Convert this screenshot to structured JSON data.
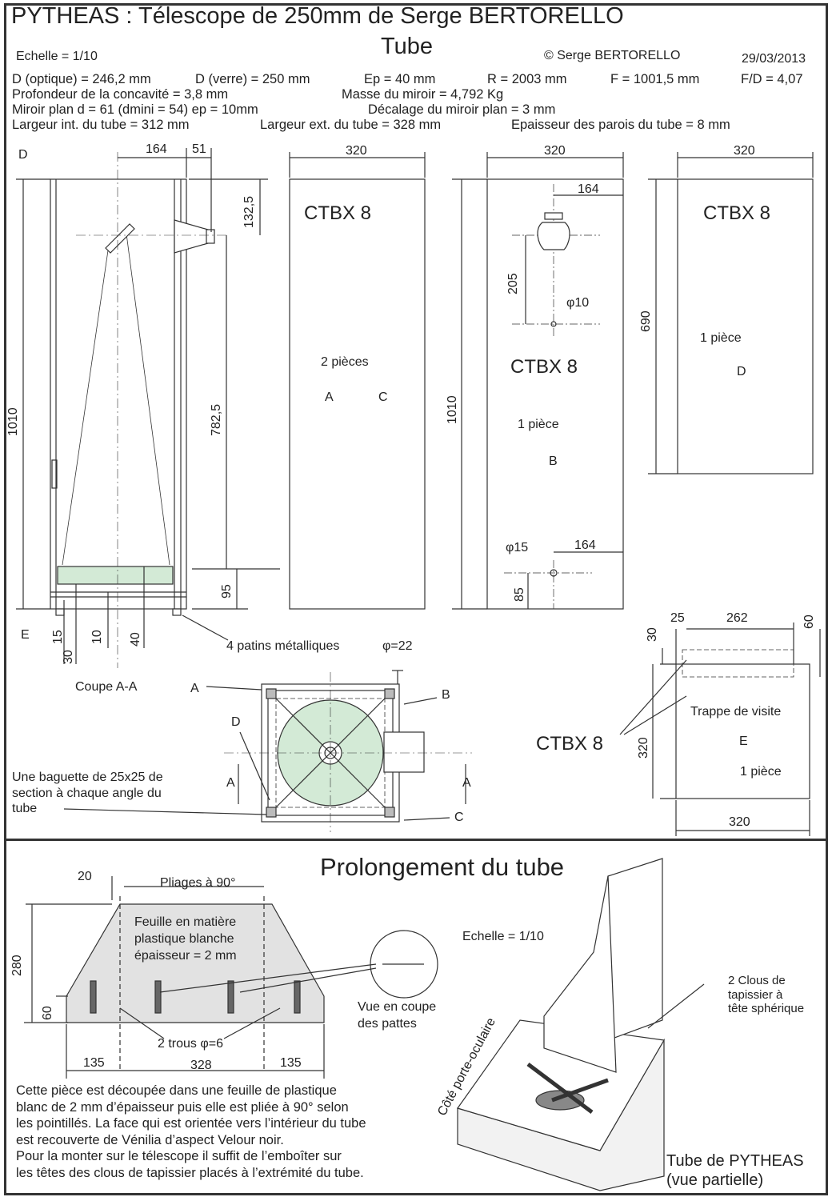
{
  "header": {
    "title": "PYTHEAS : Télescope de 250mm de Serge BERTORELLO",
    "subtitle": "Tube",
    "scale": "Echelle = 1/10",
    "copyright": "© Serge BERTORELLO",
    "date": "29/03/2013"
  },
  "specs": {
    "row1": [
      "D (optique) = 246,2 mm",
      "D (verre) = 250 mm",
      "Ep = 40 mm",
      "R = 2003 mm",
      "F = 1001,5 mm",
      "F/D = 4,07"
    ],
    "row2": [
      "Profondeur de la concavité = 3,8 mm",
      "Masse du miroir = 4,792 Kg"
    ],
    "row3": [
      "Miroir plan d = 61 (dmini = 54)  ep = 10mm",
      "Décalage du miroir plan = 3 mm"
    ],
    "row4": [
      "Largeur int. du tube = 312 mm",
      "Largeur ext. du tube = 328 mm",
      "Epaisseur des parois du tube = 8 mm"
    ]
  },
  "section": {
    "dims": {
      "d164": "164",
      "d51": "51",
      "d1325": "132,5",
      "d1010": "1010",
      "d7825": "782,5",
      "d95": "95",
      "d15": "15",
      "d30": "30",
      "d10": "10",
      "d40": "40"
    },
    "label_D": "D",
    "label_E": "E",
    "pads": "4 patins métalliques",
    "pads_phi": "φ=22",
    "coupe": "Coupe A-A"
  },
  "panelA": {
    "width": "320",
    "material": "CTBX 8",
    "pieces": "2 pièces",
    "label_A": "A",
    "label_C": "C",
    "height": "1010"
  },
  "panelB": {
    "width": "320",
    "d164top": "164",
    "d205": "205",
    "phi10": "φ10",
    "material": "CTBX 8",
    "pieces": "1 pièce",
    "label_B": "B",
    "phi15": "φ15",
    "d164bot": "164",
    "d85": "85"
  },
  "panelD": {
    "width": "320",
    "height": "690",
    "material": "CTBX 8",
    "pieces": "1 pièce",
    "label_D": "D"
  },
  "panelE": {
    "d30": "30",
    "d25": "25",
    "d262": "262",
    "d60": "60",
    "height": "320",
    "title": "Trappe de visite",
    "label_E": "E",
    "pieces": "1 pièce",
    "width": "320"
  },
  "ctbx_e": "CTBX 8",
  "cross": {
    "label_A": "A",
    "label_B": "B",
    "label_C": "C",
    "label_D": "D",
    "arrowA1": "A",
    "arrowA2": "A",
    "note": [
      "Une baguette de 25x25 de",
      "section à chaque angle du",
      "tube"
    ]
  },
  "extension": {
    "title": "Prolongement du tube",
    "d20": "20",
    "folds": "Pliages à 90°",
    "sheet": [
      "Feuille en matière",
      "plastique blanche",
      "épaisseur = 2 mm"
    ],
    "d280": "280",
    "d60": "60",
    "holes": "2 trous φ=6",
    "d135a": "135",
    "d328": "328",
    "d135b": "135",
    "coupe": [
      "Vue en coupe",
      "des pattes"
    ],
    "scale": "Echelle = 1/10",
    "nails": [
      "2 Clous de",
      "tapissier à",
      "tête sphérique"
    ],
    "side": "Côté porte-oculaire",
    "caption": [
      "Tube de PYTHEAS",
      "(vue partielle)"
    ],
    "para": [
      "Cette pièce est découpée dans une feuille de plastique",
      "blanc de 2 mm d’épaisseur puis elle est pliée à 90° selon",
      "les pointillés. La face qui est orientée vers l’intérieur du tube",
      "est recouverte de Vénilia d’aspect Velour noir.",
      "Pour la monter sur le télescope il suffit de l’emboîter sur",
      "les têtes des clous de tapissier placés à l’extrémité du tube."
    ]
  },
  "colors": {
    "mirror": "#d3ead6",
    "sheet": "#e2e2e2",
    "line": "#333333"
  }
}
